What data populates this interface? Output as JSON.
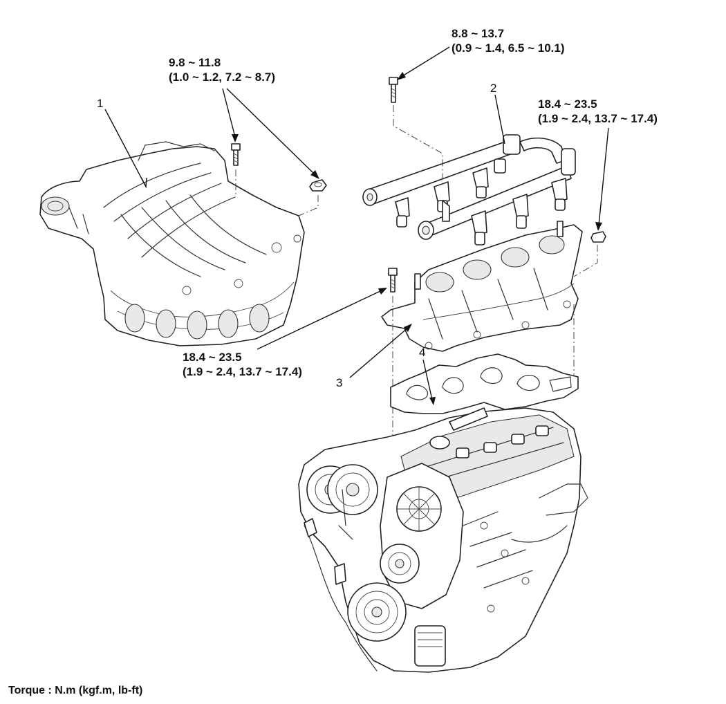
{
  "torques": {
    "manifold_bolt": {
      "nm": "9.8 ~ 11.8",
      "alt": "(1.0 ~ 1.2, 7.2 ~ 8.7)"
    },
    "rail_bolt": {
      "nm": "8.8 ~ 13.7",
      "alt": "(0.9 ~ 1.4, 6.5 ~ 10.1)"
    },
    "rail_nut": {
      "nm": "18.4 ~ 23.5",
      "alt": "(1.9 ~ 2.4, 13.7 ~ 17.4)"
    },
    "stay_bolt": {
      "nm": "18.4 ~ 23.5",
      "alt": "(1.9 ~ 2.4, 13.7 ~ 17.4)"
    }
  },
  "parts": [
    "1",
    "2",
    "3",
    "4"
  ],
  "footer": {
    "torque_unit": "Torque : N.m (kgf.m, lb-ft)"
  }
}
